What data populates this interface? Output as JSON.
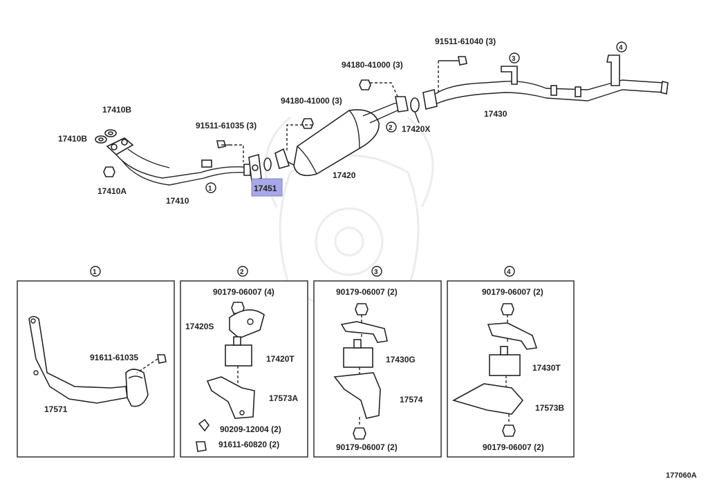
{
  "labels": {
    "p17410b_top": "17410B",
    "p17410b_left": "17410B",
    "p17410a": "17410A",
    "p17410": "17410",
    "bolt_91511_61035": "91511-61035 (3)",
    "p17451": "17451",
    "nut_94180_left": "94180-41000 (3)",
    "nut_94180_right": "94180-41000 (3)",
    "p17420": "17420",
    "p17420x": "17420X",
    "bolt_91511_61040": "91511-61040 (3)",
    "p17430": "17430",
    "diagram_code": "177060A"
  },
  "callouts": [
    "1",
    "2",
    "3",
    "4"
  ],
  "panels": [
    {
      "id": "1",
      "labels": {
        "bolt": "91611-61035",
        "bracket": "17571"
      }
    },
    {
      "id": "2",
      "labels": {
        "nut_top": "90179-06007 (4)",
        "stay": "17420S",
        "mount": "17420T",
        "bracket": "17573A",
        "washer": "90209-12004 (2)",
        "bolt_bottom": "91611-60820 (2)"
      }
    },
    {
      "id": "3",
      "labels": {
        "nut_top": "90179-06007 (2)",
        "mount": "17430G",
        "bracket": "17574",
        "nut_bottom": "90179-06007 (2)"
      }
    },
    {
      "id": "4",
      "labels": {
        "nut_top": "90179-06007 (2)",
        "mount": "17430T",
        "bracket": "17573B",
        "nut_bottom": "90179-06007 (2)"
      }
    }
  ],
  "highlight": {
    "part": "17451",
    "color": "#a8a8e8"
  }
}
